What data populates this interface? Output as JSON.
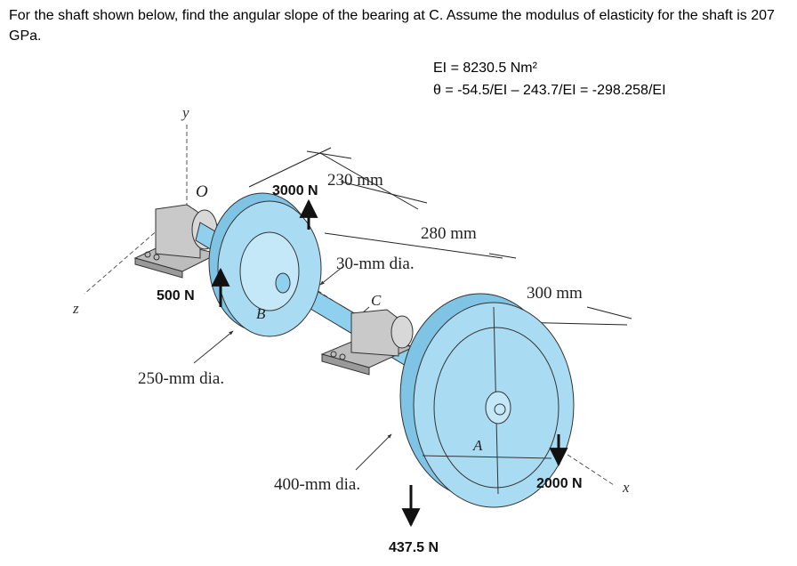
{
  "question": "For the shaft shown below, find the angular slope of the bearing at C.  Assume the modulus of elasticity for the shaft is 207 GPa.",
  "notes": {
    "ei_line": "EI = 8230.5 Nm²",
    "theta_line": "θ = -54.5/EI – 243.7/EI = -298.258/EI"
  },
  "figure": {
    "axes": {
      "y": "y",
      "z": "z",
      "x": "x",
      "origin": "O"
    },
    "points": {
      "A": "A",
      "B": "B",
      "C": "C"
    },
    "dimensions": {
      "d1": "230 mm",
      "d2": "280 mm",
      "d3": "300 mm",
      "shaft_dia": "30-mm dia.",
      "pulley_b_dia": "250-mm dia.",
      "pulley_a_dia": "400-mm dia."
    },
    "loads": {
      "f_3000": "3000 N",
      "f_500": "500 N",
      "f_2000": "2000 N",
      "f_437": "437.5 N"
    },
    "colors": {
      "pulley": "#a9dcf3",
      "shaft": "#8fd0ee",
      "bearing": "#c6c6c6",
      "ink": "#111111"
    }
  }
}
